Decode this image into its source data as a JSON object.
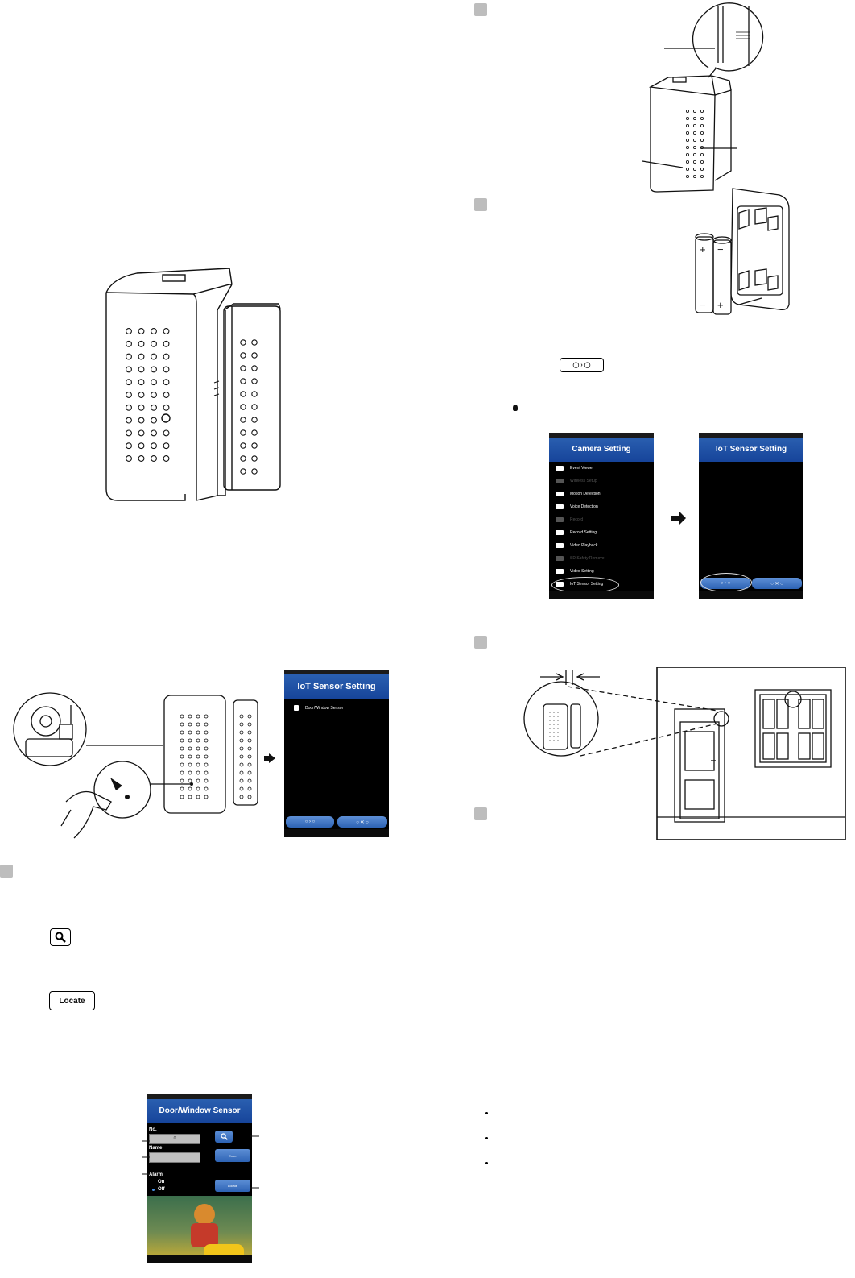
{
  "screens": {
    "camera_setting": {
      "title": "Camera Setting",
      "menu": [
        "Event Viewer",
        "Wireless Setup",
        "Motion Detection",
        "Voice Detection",
        "Record",
        "Record Setting",
        "Video Playback",
        "SD Safety Remove",
        "Video Setting",
        "IoT Sensor Setting"
      ]
    },
    "iot_sensor_setting_top": {
      "title": "IoT Sensor Setting"
    },
    "iot_sensor_setting_bottom": {
      "title": "IoT Sensor Setting",
      "list_item": "Door/Window Sensor"
    },
    "door_window_sensor": {
      "title": "Door/Window Sensor",
      "no_label": "No.",
      "no_value": "0",
      "name_label": "Name",
      "enter_label": "Enter",
      "alarm_label": "Alarm",
      "alarm_on": "On",
      "alarm_off": "Off",
      "locate_label": "Locate"
    }
  },
  "buttons": {
    "locate": "Locate"
  },
  "battery": {
    "plus": "+",
    "minus": "−"
  }
}
